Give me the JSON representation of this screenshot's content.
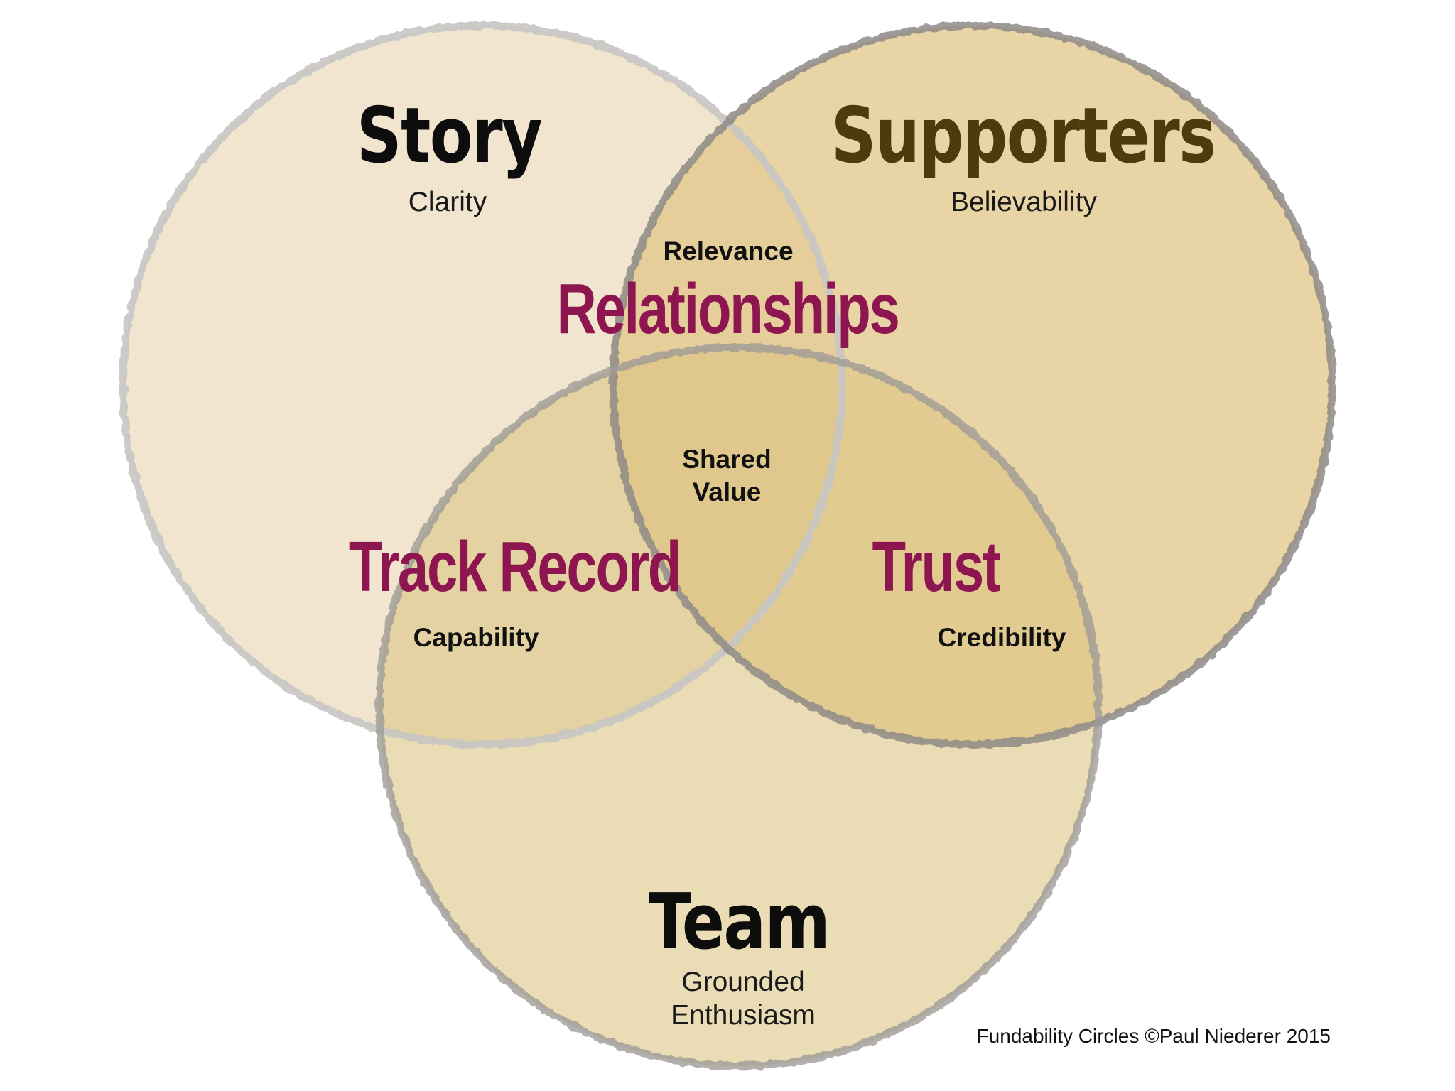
{
  "diagram": {
    "type": "venn",
    "title": "Fundability Circles",
    "sets": [
      {
        "id": "story",
        "title": "Story",
        "subtitle": "Clarity",
        "fill": "#f1e5cf",
        "stroke": "#c7c5c4",
        "title_color": "#0d0d0d"
      },
      {
        "id": "supporters",
        "title": "Supporters",
        "subtitle": "Believability",
        "fill": "#e6d29f",
        "stroke": "#8e8a86",
        "title_color": "#4e3a0f"
      },
      {
        "id": "team",
        "title": "Team",
        "subtitle_lines": [
          "Grounded",
          "Enthusiasm"
        ],
        "fill": "#e9dbab",
        "stroke": "#a9a6a2",
        "title_color": "#0d0d0d"
      }
    ],
    "overlaps": [
      {
        "id": "story-supporters",
        "sets": [
          "story",
          "supporters"
        ],
        "title": "Relationships",
        "subtitle": "Relevance"
      },
      {
        "id": "story-team",
        "sets": [
          "story",
          "team"
        ],
        "title": "Track Record",
        "subtitle": "Capability"
      },
      {
        "id": "supporters-team",
        "sets": [
          "supporters",
          "team"
        ],
        "title": "Trust",
        "subtitle": "Credibility"
      },
      {
        "id": "all",
        "sets": [
          "story",
          "supporters",
          "team"
        ],
        "subtitle_lines": [
          "Shared",
          "Value"
        ]
      }
    ],
    "overlap_title_color": "#8e1650",
    "credit": "Fundability Circles ©Paul Niederer 2015"
  }
}
